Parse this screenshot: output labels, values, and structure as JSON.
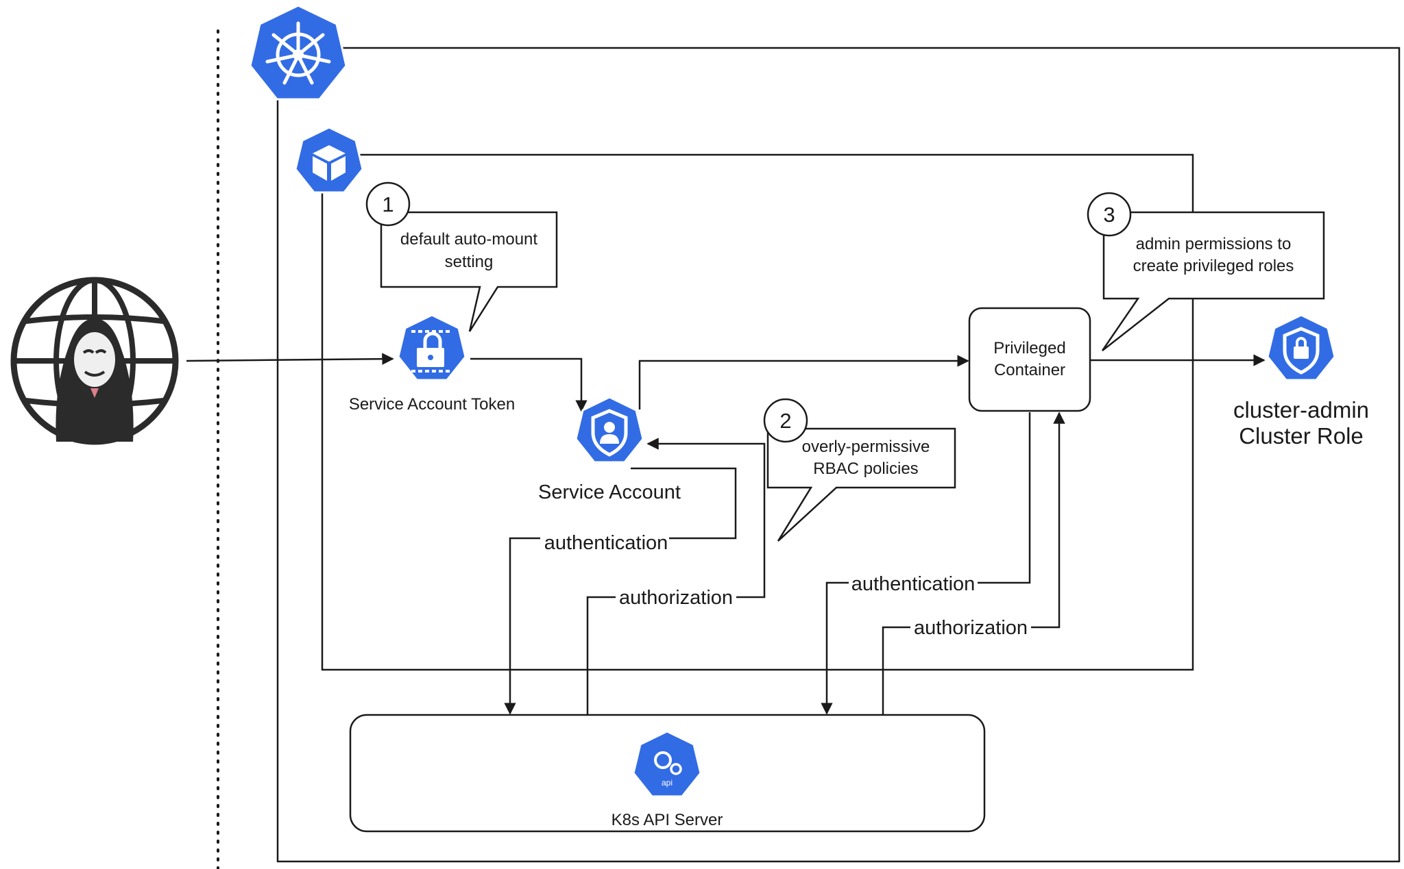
{
  "nodes": {
    "service_account_token": "Service Account Token",
    "service_account": "Service Account",
    "privileged_container": [
      "Privileged",
      "Container"
    ],
    "cluster_role": [
      "cluster-admin",
      "Cluster Role"
    ],
    "api_server": "K8s API Server",
    "api_icon_text": "api"
  },
  "callouts": [
    {
      "number": "1",
      "lines": [
        "default auto-mount",
        "setting"
      ]
    },
    {
      "number": "2",
      "lines": [
        "overly-permissive",
        "RBAC policies"
      ]
    },
    {
      "number": "3",
      "lines": [
        "admin permissions to",
        "create privileged roles"
      ]
    }
  ],
  "edges": {
    "sa_authentication": "authentication",
    "sa_authorization": "authorization",
    "pc_authentication": "authentication",
    "pc_authorization": "authorization"
  },
  "icons": {
    "cluster": "kubernetes-helm-icon",
    "pod": "pod-cube-icon",
    "attacker": "hacker-globe-icon",
    "token": "secret-token-icon",
    "service_account": "service-account-icon",
    "role": "role-lock-icon",
    "api": "api-server-icon"
  },
  "colors": {
    "k8s_blue": "#326CE5"
  }
}
